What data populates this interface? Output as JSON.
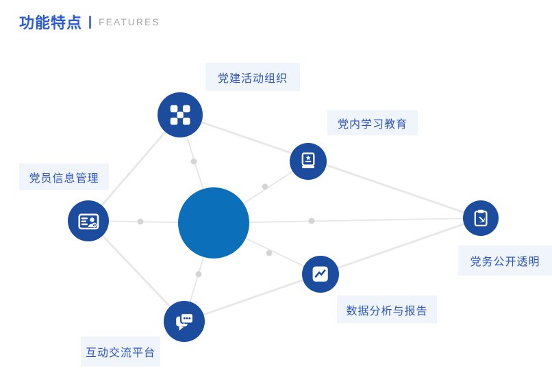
{
  "header": {
    "title_zh": "功能特点",
    "title_en": "FEATURES"
  },
  "diagram": {
    "hub": {
      "id": "hub",
      "label": ""
    },
    "nodes": [
      {
        "id": "party-activity",
        "label": "党建活动组织",
        "icon": "modules-icon"
      },
      {
        "id": "party-learning",
        "label": "党内学习教育",
        "icon": "book-star-icon"
      },
      {
        "id": "member-info",
        "label": "党员信息管理",
        "icon": "id-card-icon"
      },
      {
        "id": "party-transparency",
        "label": "党务公开透明",
        "icon": "clipboard-emblem-icon"
      },
      {
        "id": "data-analysis",
        "label": "数据分析与报告",
        "icon": "trend-chart-icon"
      },
      {
        "id": "interaction",
        "label": "互动交流平台",
        "icon": "chat-bubbles-icon"
      }
    ],
    "colors": {
      "node_blue": "#1b4c9e",
      "hub_blue": "#0c6fba",
      "line_gray": "#e8e8e8",
      "dot_gray": "#d5d5d5",
      "label_bg": "#f0f4fb",
      "label_text": "#2e55bd",
      "title_blue": "#2b5ad0",
      "subtitle_gray": "#a8a8a8"
    }
  }
}
